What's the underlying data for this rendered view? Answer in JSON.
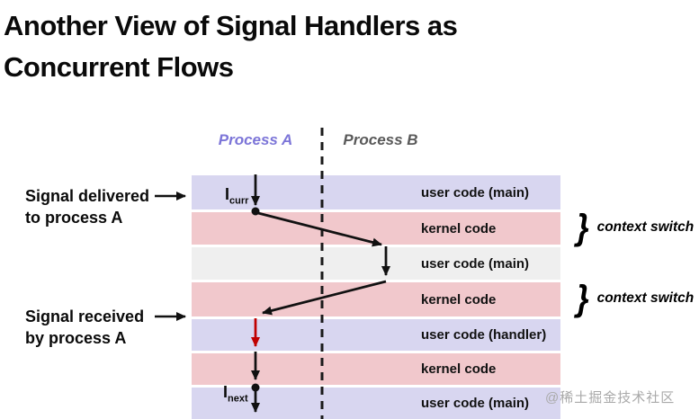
{
  "title": {
    "line1": "Another View of Signal Handlers as",
    "line2": "Concurrent Flows"
  },
  "processes": {
    "a": "Process A",
    "b": "Process B"
  },
  "annotations": {
    "delivered": {
      "line1": "Signal delivered",
      "line2": "to process A"
    },
    "received": {
      "line1": "Signal received",
      "line2": "by process A"
    },
    "i_curr": {
      "base": "I",
      "sub": "curr"
    },
    "i_next": {
      "base": "I",
      "sub": "next"
    },
    "context_switch_1": "context switch",
    "context_switch_2": "context switch",
    "brace": "}"
  },
  "bands": [
    {
      "label": "user code (main)",
      "color": "#d8d6f0"
    },
    {
      "label": "kernel code",
      "color": "#f1c8cc"
    },
    {
      "label": "user code (main)",
      "color": "#efefef"
    },
    {
      "label": "kernel code",
      "color": "#f1c8cc"
    },
    {
      "label": "user code (handler)",
      "color": "#d8d6f0"
    },
    {
      "label": "kernel code",
      "color": "#f1c8cc"
    },
    {
      "label": "user code (main)",
      "color": "#d8d6f0"
    }
  ],
  "watermark": "@稀土掘金技术社区",
  "colors": {
    "process_a_accent": "#7c75d8",
    "process_b_gray": "#595959",
    "flow_black": "#111111",
    "flow_red": "#c00000",
    "band_user": "#d8d6f0",
    "band_kernel": "#f1c8cc",
    "band_other_process": "#efefef"
  }
}
